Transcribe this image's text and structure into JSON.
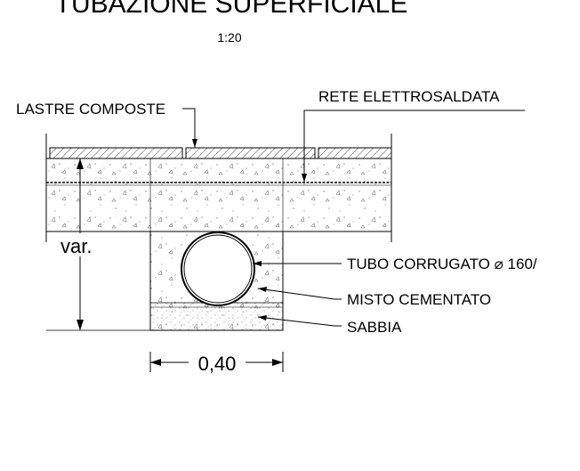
{
  "title": "TUBAZIONE SUPERFICIALE",
  "scale": "1:20",
  "labels": {
    "lastre": "LASTRE COMPOSTE",
    "rete": "RETE ELETTROSALDATA",
    "tubo": "TUBO CORRUGATO  ⌀ 160/",
    "misto": "MISTO CEMENTATO",
    "sabbia": "SABBIA"
  },
  "dimensions": {
    "height": "var.",
    "width": "0,40"
  }
}
